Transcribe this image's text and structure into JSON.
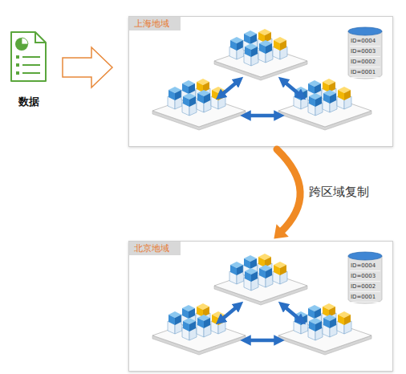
{
  "diagram": {
    "nodes": [
      {
        "text": [
          "数据"
        ]
      },
      {
        "text": [
          "上海地域"
        ]
      },
      {
        "text": [
          "ID=0004",
          "ID=0003",
          "ID=0002",
          "ID=0001"
        ],
        "in": 1
      },
      {
        "text": [
          "北京地域"
        ]
      },
      {
        "text": [
          "ID=0004",
          "ID=0003",
          "ID=0002",
          "ID=0001"
        ],
        "in": 3
      }
    ],
    "edges": [
      {
        "from": 0,
        "to": 1,
        "arrow": "to"
      },
      {
        "from": 1,
        "to": 3,
        "arrow": "to",
        "label": "跨区域复制"
      }
    ]
  }
}
